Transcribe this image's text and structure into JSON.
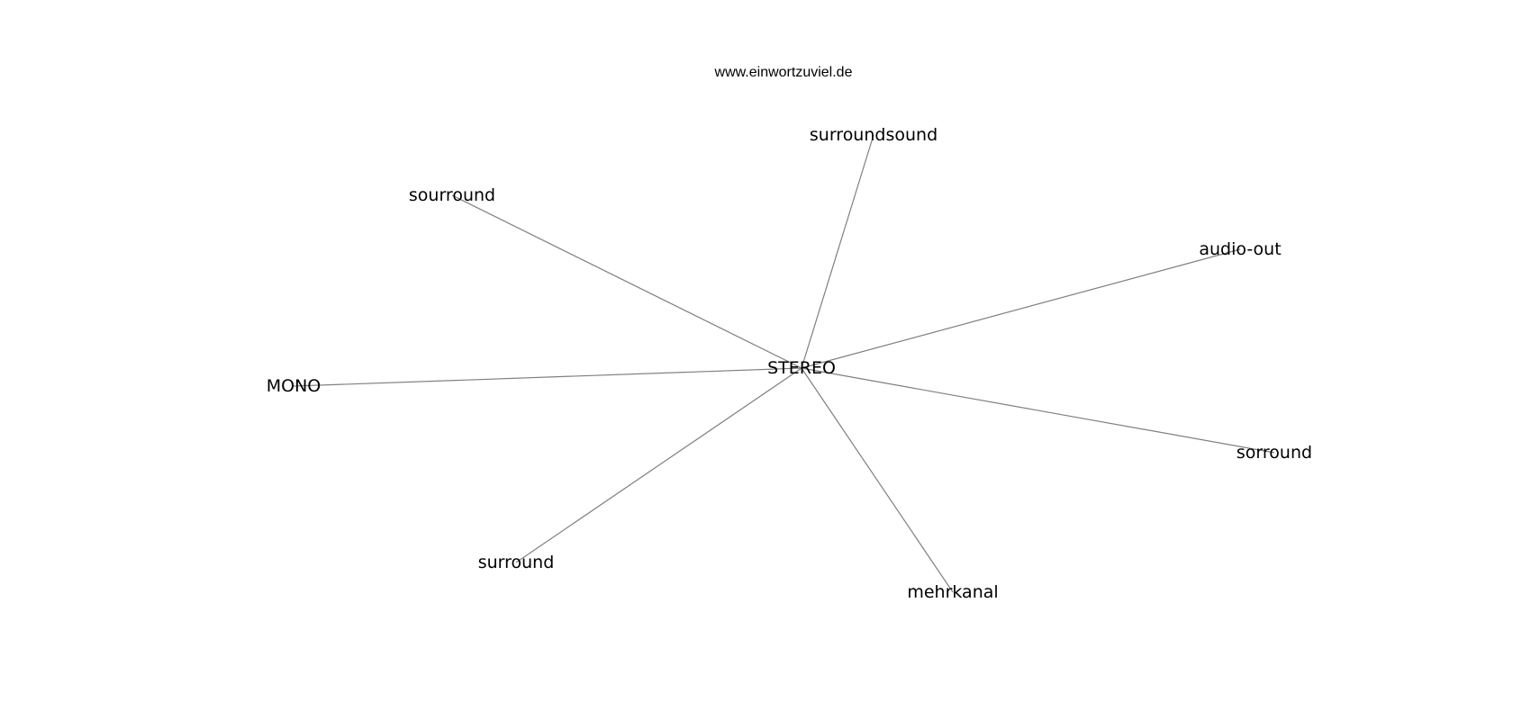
{
  "header": {
    "site": "www.einwortzuviel.de"
  },
  "graph": {
    "center": "STEREO",
    "nodes": [
      "surroundsound",
      "sourround",
      "audio-out",
      "MONO",
      "sorround",
      "surround",
      "mehrkanal"
    ]
  },
  "colors": {
    "edge": "#7f7f7f",
    "text": "#000000",
    "background": "#ffffff"
  }
}
